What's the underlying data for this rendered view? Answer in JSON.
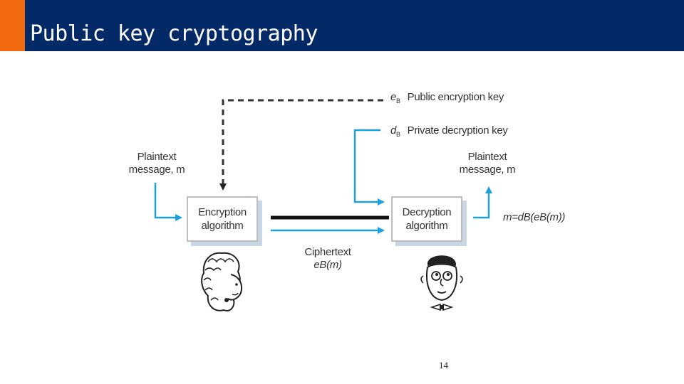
{
  "slide": {
    "title": "Public key cryptography",
    "page_number": "14"
  },
  "diagram": {
    "public_key": {
      "symbol": "e",
      "subscript": "B",
      "text": "Public encryption key"
    },
    "private_key": {
      "symbol": "d",
      "subscript": "B",
      "text": "Private decryption key"
    },
    "plaintext_in": {
      "line1": "Plaintext",
      "line2": "message, m"
    },
    "plaintext_out": {
      "line1": "Plaintext",
      "line2": "message, m"
    },
    "encryption_box": {
      "line1": "Encryption",
      "line2": "algorithm"
    },
    "decryption_box": {
      "line1": "Decryption",
      "line2": "algorithm"
    },
    "ciphertext": {
      "line1": "Ciphertext",
      "line2": "eB(m)"
    },
    "decryption_formula": "m=dB(eB(m))",
    "colors": {
      "arrow_blue": "#1ea0dc",
      "dashed_line": "#333333",
      "header_bg": "#032a66",
      "header_accent": "#f26a10"
    }
  }
}
